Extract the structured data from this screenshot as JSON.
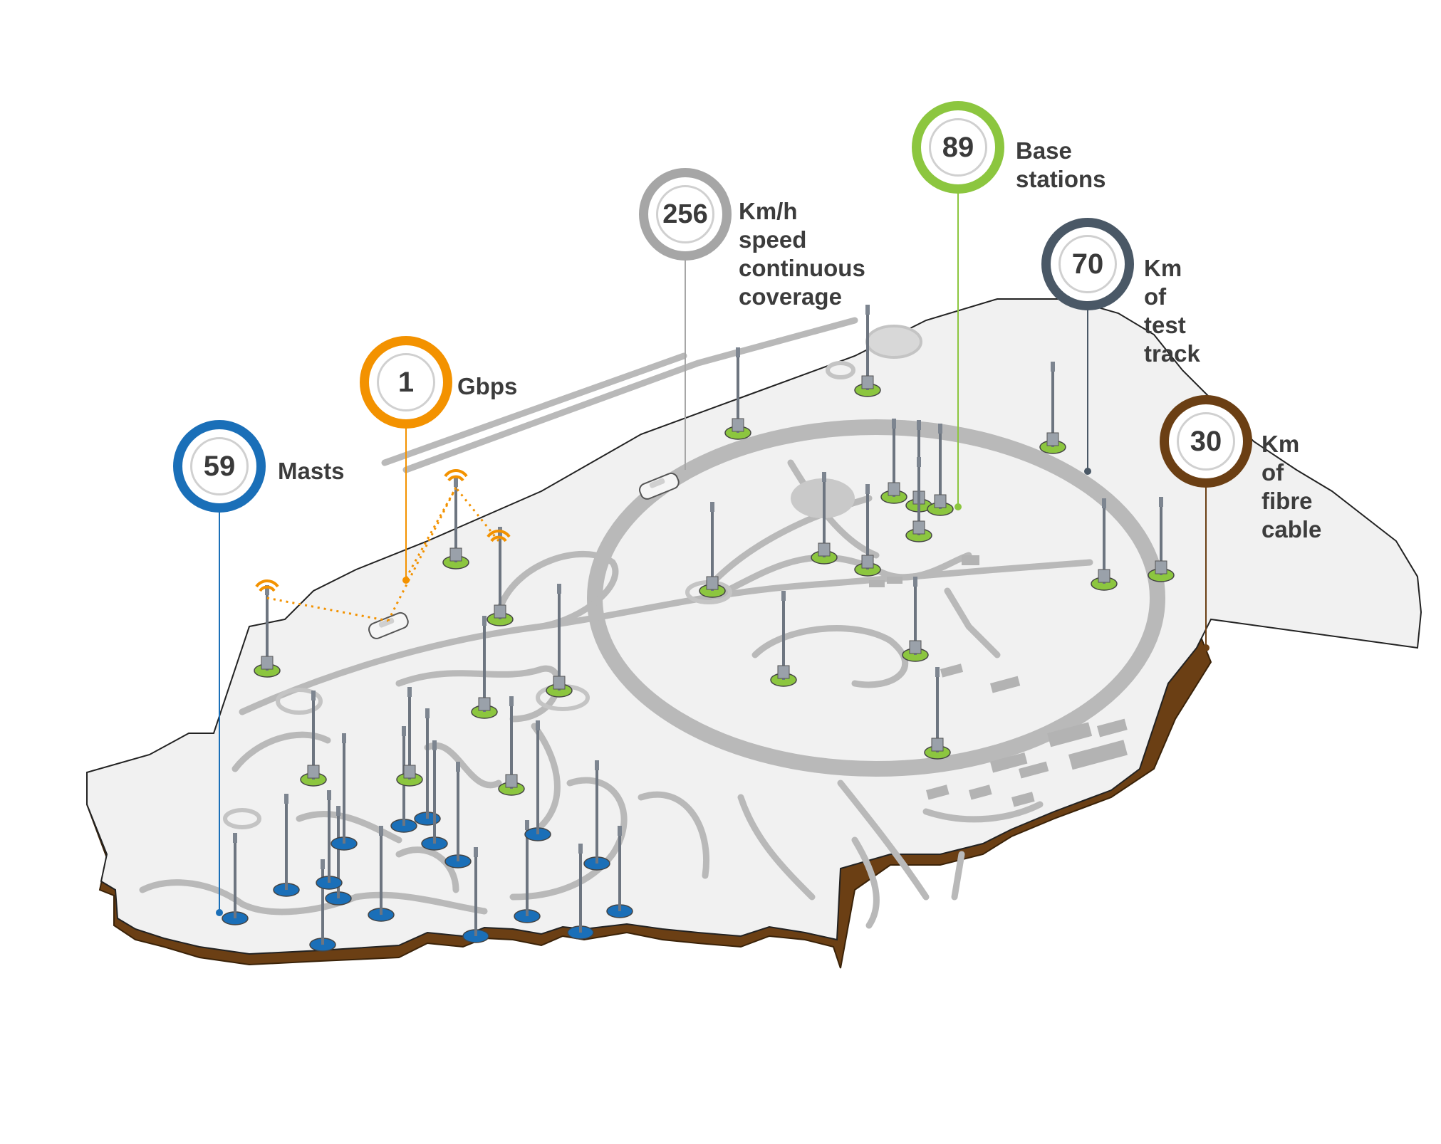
{
  "stats": [
    {
      "id": "masts",
      "value": "59",
      "label": "Masts",
      "color": "#1a6fb8"
    },
    {
      "id": "gbps",
      "value": "1",
      "label": "Gbps",
      "color": "#f39200"
    },
    {
      "id": "speed",
      "value": "256",
      "label": "Km/h speed\ncontinuous\ncoverage",
      "color": "#a6a6a6"
    },
    {
      "id": "base",
      "value": "89",
      "label": "Base stations",
      "color": "#8cc63f"
    },
    {
      "id": "track",
      "value": "70",
      "label": "Km of\ntest track",
      "color": "#4a5866"
    },
    {
      "id": "fibre",
      "value": "30",
      "label": "Km of\nfibre cable",
      "color": "#6b3f14"
    }
  ],
  "colors": {
    "ground": "#f1f1f1",
    "soil": "#6b3f14",
    "road": "#b9b9b9",
    "mast": "#7d8590",
    "base_station": "#8cc63f",
    "mast_base": "#1a6fb8",
    "signal": "#f39200"
  },
  "icons": [
    "mast-icon",
    "base-station-icon",
    "car-icon",
    "signal-icon"
  ]
}
